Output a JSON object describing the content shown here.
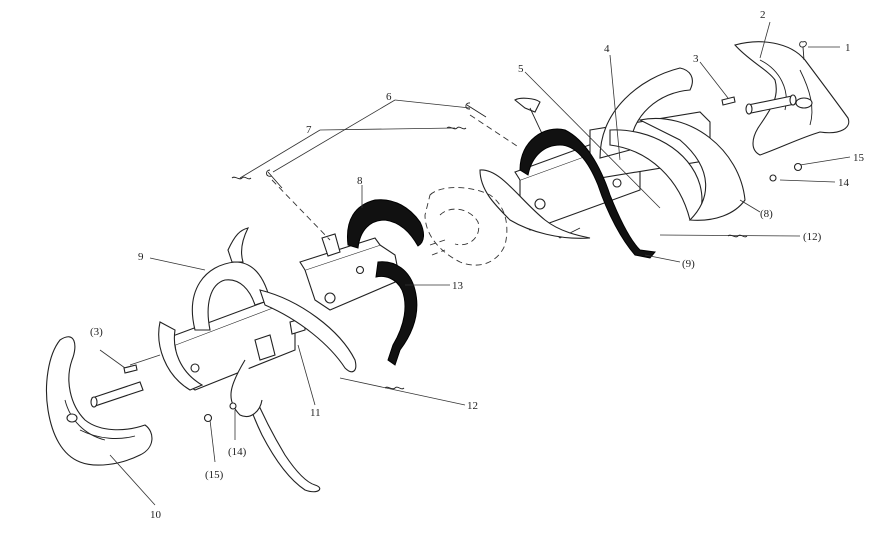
{
  "callouts": [
    {
      "id": "c1",
      "text": "1"
    },
    {
      "id": "c2",
      "text": "2"
    },
    {
      "id": "c3",
      "text": "3"
    },
    {
      "id": "c4",
      "text": "4"
    },
    {
      "id": "c5",
      "text": "5"
    },
    {
      "id": "c6",
      "text": "6"
    },
    {
      "id": "c7",
      "text": "7"
    },
    {
      "id": "c8",
      "text": "8"
    },
    {
      "id": "c9",
      "text": "9"
    },
    {
      "id": "c10",
      "text": "10"
    },
    {
      "id": "c11",
      "text": "11"
    },
    {
      "id": "c12",
      "text": "12"
    },
    {
      "id": "c13",
      "text": "13"
    },
    {
      "id": "c14",
      "text": "14"
    },
    {
      "id": "c15",
      "text": "15"
    },
    {
      "id": "c3p",
      "text": "(3)"
    },
    {
      "id": "c8p",
      "text": "(8)"
    },
    {
      "id": "c9p",
      "text": "(9)"
    },
    {
      "id": "c12p",
      "text": "(12)"
    },
    {
      "id": "c14p",
      "text": "(14)"
    },
    {
      "id": "c15p",
      "text": "(15)"
    }
  ]
}
